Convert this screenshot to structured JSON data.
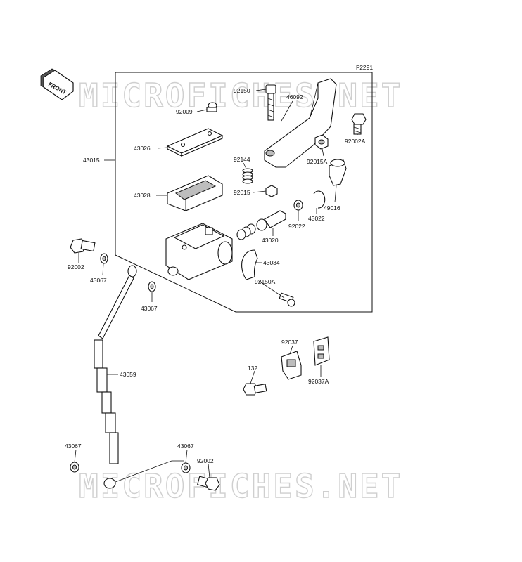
{
  "figure_code": "F2291",
  "front_label": "FRONT",
  "watermark_text": "MICROFICHES.NET",
  "colors": {
    "line": "#111111",
    "shade": "#bdbdbd",
    "watermark": "#cfcfcf",
    "background": "#ffffff"
  },
  "callouts": {
    "c92150": "92150",
    "c46092": "46092",
    "c92009": "92009",
    "c92002A": "92002A",
    "c43026": "43026",
    "c43015": "43015",
    "c92144": "92144",
    "c92015A": "92015A",
    "c43028": "43028",
    "c92015": "92015",
    "c49016": "49016",
    "c92022": "92022",
    "c43022": "43022",
    "c43020": "43020",
    "c92002_top": "92002",
    "c43067_a": "43067",
    "c43034": "43034",
    "c92150A": "92150A",
    "c43067_b": "43067",
    "c92037": "92037",
    "c43059": "43059",
    "c132": "132",
    "c92037A": "92037A",
    "c43067_c": "43067",
    "c43067_d": "43067",
    "c92002_bottom": "92002"
  }
}
